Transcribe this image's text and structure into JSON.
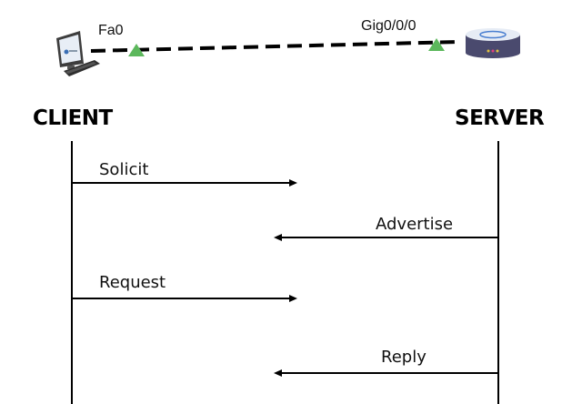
{
  "topology": {
    "client_device": {
      "icon": "pc-icon",
      "interface": "Fa0"
    },
    "server_device": {
      "icon": "router-icon",
      "interface": "Gig0/0/0"
    },
    "link": {
      "style": "dashed",
      "status_color": "#5cb85c"
    }
  },
  "sequence": {
    "left_actor": "CLIENT",
    "right_actor": "SERVER",
    "messages": [
      {
        "label": "Solicit",
        "direction": "client-to-server"
      },
      {
        "label": "Advertise",
        "direction": "server-to-client"
      },
      {
        "label": "Request",
        "direction": "client-to-server"
      },
      {
        "label": "Reply",
        "direction": "server-to-client"
      }
    ]
  },
  "colors": {
    "line": "#000000",
    "link_up": "#5cb85c",
    "router_body": "#4a4a6e"
  }
}
